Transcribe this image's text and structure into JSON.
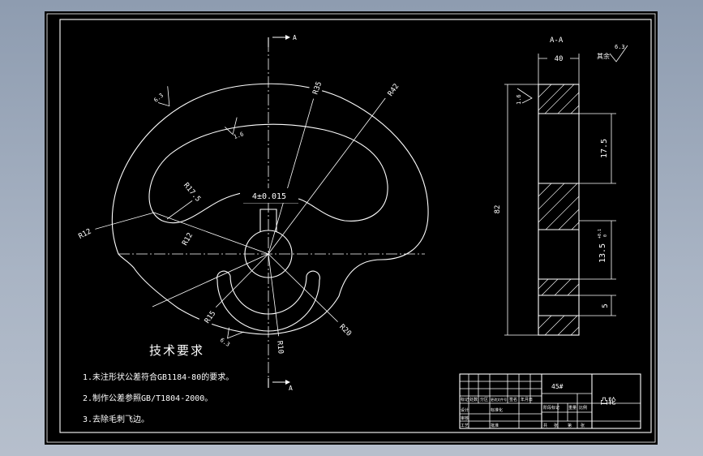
{
  "drawing": {
    "section_mark": "A",
    "section_label": "A-A",
    "tech_title": "技术要求",
    "notes": [
      "1.未注形状公差符合GB1184-80的要求。",
      "2.制作公差参照GB/T1804-2000。",
      "3.去除毛刺飞边。"
    ],
    "dims": {
      "r35": "R35",
      "r42": "R42",
      "r17_5": "R17.5",
      "r12a": "R12",
      "r12b": "R12",
      "r15": "R15",
      "r10": "R10",
      "r20": "R20",
      "key": "4±0.015",
      "w40": "40",
      "d17_5": "17.5",
      "d13_5": "13.5",
      "tol_up": "+0.1",
      "tol_lo": "0",
      "d5": "5",
      "d82": "82"
    },
    "roughness": {
      "top": "6.3",
      "inner": "1.6",
      "bottom": "6.3",
      "section": "1.6",
      "rest_prefix": "其余",
      "rest_value": "6.3"
    },
    "title_block": {
      "material": "45#",
      "part_name": "凸轮",
      "cells": [
        "标记",
        "处数",
        "分区",
        "更改文件号",
        "签名",
        "年月日",
        "设计",
        "标准化",
        "阶段标记",
        "重量",
        "比例",
        "审核",
        "工艺",
        "批准",
        "共",
        "张",
        "第",
        "张"
      ]
    }
  }
}
